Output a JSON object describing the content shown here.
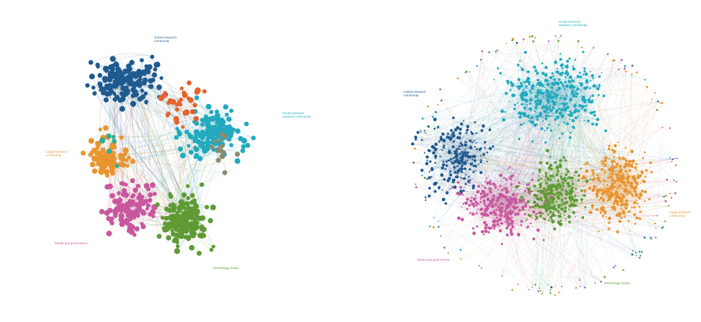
{
  "colors": {
    "oxford": "#1f5a8f",
    "social": "#22aabf",
    "legal": "#e8952f",
    "media": "#c8579e",
    "tech": "#5f9a35",
    "orange_red": "#e4632e",
    "gray": "#8e8a72",
    "teal": "#2fae96",
    "navy": "#3a4a9a"
  },
  "left_network": {
    "labels": {
      "oxford": "Oxford research\ncommunity",
      "social": "Social sciences\nresearch community",
      "legal": "Legal research\ncommunity",
      "media": "Media and government",
      "tech": "Technology media"
    }
  },
  "right_network": {
    "labels": {
      "social": "Social sciences\nresearch community",
      "oxford": "Oxford research\ncommunity",
      "legal": "Legal research\ncommunity",
      "media": "Media and government",
      "tech": "Technology media"
    }
  }
}
